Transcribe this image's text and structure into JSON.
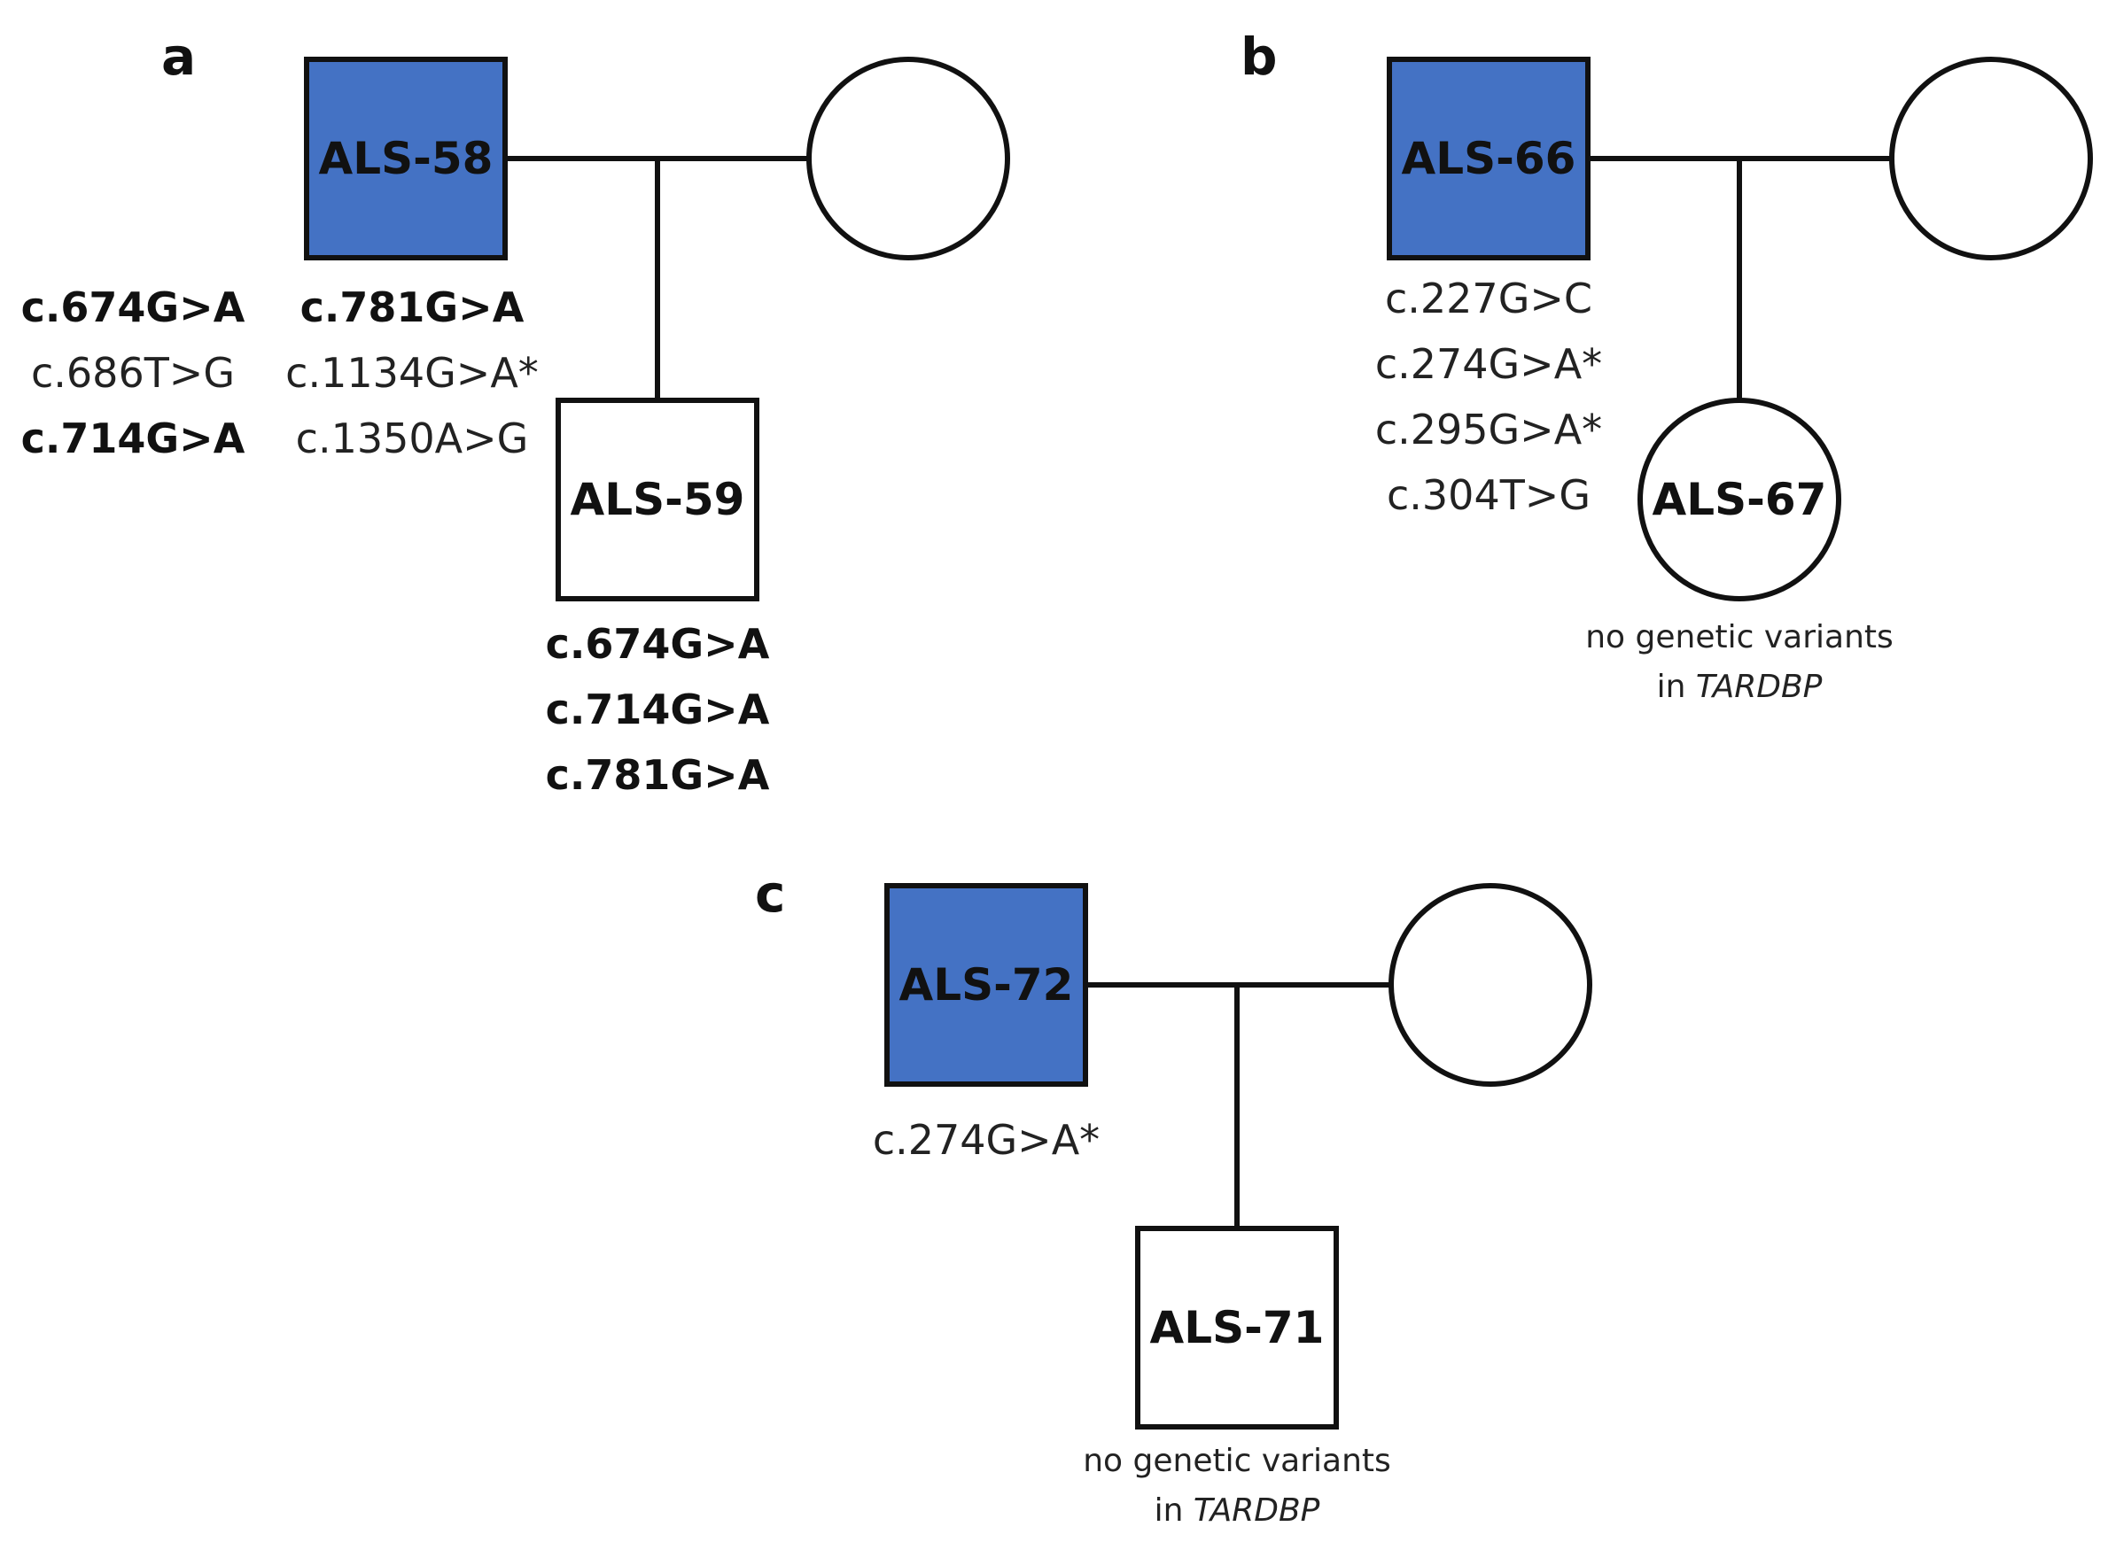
{
  "colors": {
    "affected": "#4472C4",
    "line": "#111111"
  },
  "panels": {
    "a": {
      "label": "a",
      "father": {
        "id": "ALS-58",
        "affected": true
      },
      "father_variants_left": [
        {
          "text": "c.674G>A",
          "bold": true
        },
        {
          "text": "c.686T>G",
          "bold": false
        },
        {
          "text": "c.714G>A",
          "bold": true
        }
      ],
      "father_variants_right": [
        {
          "text": "c.781G>A",
          "bold": true
        },
        {
          "text": "c.1134G>A*",
          "bold": false
        },
        {
          "text": "c.1350A>G",
          "bold": false
        }
      ],
      "child": {
        "id": "ALS-59",
        "affected": false
      },
      "child_variants": [
        {
          "text": "c.674G>A",
          "bold": true
        },
        {
          "text": "c.714G>A",
          "bold": true
        },
        {
          "text": "c.781G>A",
          "bold": true
        }
      ]
    },
    "b": {
      "label": "b",
      "father": {
        "id": "ALS-66",
        "affected": true
      },
      "father_variants": [
        {
          "text": "c.227G>C",
          "bold": false
        },
        {
          "text": "c.274G>A*",
          "bold": false
        },
        {
          "text": "c.295G>A*",
          "bold": false
        },
        {
          "text": "c.304T>G",
          "bold": false
        }
      ],
      "child": {
        "id": "ALS-67",
        "affected": false
      },
      "child_note": {
        "line1": "no genetic variants",
        "line2_prefix": "in ",
        "gene": "TARDBP"
      }
    },
    "c": {
      "label": "c",
      "father": {
        "id": "ALS-72",
        "affected": true
      },
      "father_variants": [
        {
          "text": "c.274G>A*",
          "bold": false
        }
      ],
      "child": {
        "id": "ALS-71",
        "affected": false
      },
      "child_note": {
        "line1": "no genetic variants",
        "line2_prefix": "in ",
        "gene": "TARDBP"
      }
    }
  }
}
